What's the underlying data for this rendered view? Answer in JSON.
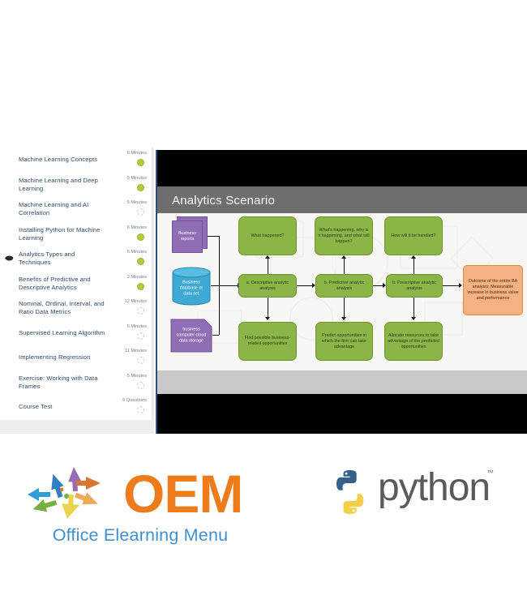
{
  "player": {
    "sidebar": {
      "lessons": [
        {
          "title": "Machine Learning Concepts",
          "duration": "6 Minutes",
          "status": "done"
        },
        {
          "title": "Machine Learning and Deep Learning",
          "duration": "5 Minutes",
          "status": "done"
        },
        {
          "title": "Machine Learning and AI Correlation",
          "duration": "5 Minutes",
          "status": "todo"
        },
        {
          "title": "Installing Python for Machine Learning",
          "duration": "6 Minutes",
          "status": "done"
        },
        {
          "title": "Analytics Types and Techniques",
          "duration": "6 Minutes",
          "status": "done"
        },
        {
          "title": "Benefits of Predictive and Descriptive Analytics",
          "duration": "2 Minutes",
          "status": "done"
        },
        {
          "title": "Nominal, Ordinal, Interval, and Ratio Data Metrics",
          "duration": "12 Minutes",
          "status": "todo"
        },
        {
          "title": "Supervised Learning Algorithm",
          "duration": "6 Minutes",
          "status": "todo"
        },
        {
          "title": "Implementing Regression",
          "duration": "11 Minutes",
          "status": "todo"
        },
        {
          "title": "Exercise: Working with Data Frames",
          "duration": "5 Minutes",
          "status": "todo"
        },
        {
          "title": "Course Test",
          "duration": "9 Questions",
          "status": "todo"
        }
      ],
      "selected_index": 4,
      "cursor_icon": "mouse-pointer-icon"
    },
    "slide": {
      "title": "Analytics Scenario",
      "sources": [
        {
          "id": "business-reports",
          "label": "Business reports",
          "shape": "stacked-documents",
          "color": "#8e6eb5"
        },
        {
          "id": "business-database",
          "label": "Business database or data set",
          "shape": "cylinder",
          "color": "#3ea9d4"
        },
        {
          "id": "cloud-storage",
          "label": "business computer cloud data storage",
          "shape": "pentagon",
          "color": "#8e6eb5"
        }
      ],
      "questions": [
        "What happened?",
        "What's happening, why is it happening, and what will happen?",
        "How will it be handled?"
      ],
      "analyses": [
        "a. Descriptive analytic analysis",
        "b. Predictive analytic analysis",
        "b. Prescriptive analytic analysis"
      ],
      "actions": [
        "Find possible business-related opportunities",
        "Predict opportunities in which the firm can take advantage",
        "Allocate resources to take advantage of the predicted opportunities"
      ],
      "outcome": "Outcome of the entire BA analysis: Measurable increase in business value and performance",
      "colors": {
        "header": "#6e6e6e",
        "question_box": "#8cb548",
        "analysis_box": "#8cb548",
        "action_box": "#8cb548",
        "outcome_box": "#f6b183",
        "source_purple": "#8e6eb5",
        "source_blue": "#3ea9d4"
      }
    }
  },
  "branding": {
    "oem": {
      "wordmark": "OEM",
      "tagline": "Office Elearning Menu",
      "logo_icon": "oem-arrows-icon",
      "wordmark_color": "#ef7c1a",
      "tagline_color": "#3f8fd0"
    },
    "python": {
      "wordmark": "python",
      "trademark": "™",
      "logo_icon": "python-snakes-icon",
      "blue": "#35608c",
      "yellow": "#f2d04b"
    }
  }
}
